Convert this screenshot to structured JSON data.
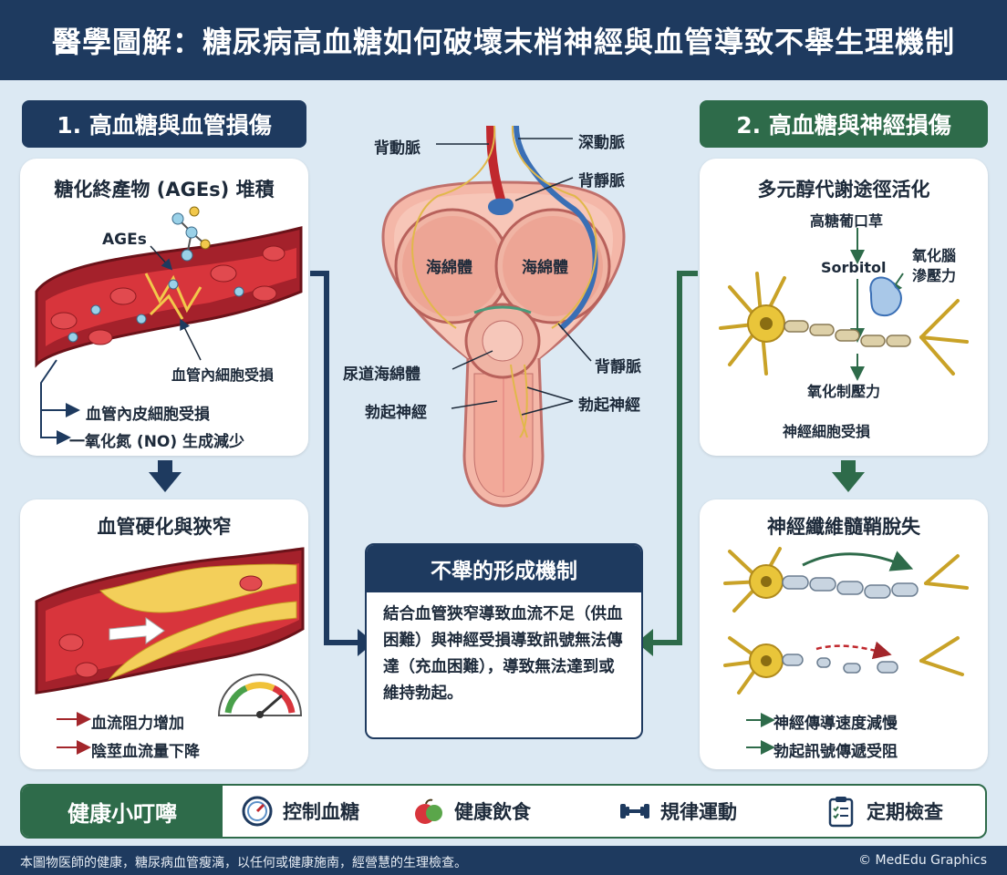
{
  "title": "醫學圖解：糖尿病高血糖如何破壞末梢神經與血管導致不舉生理機制",
  "left_section": {
    "header": "1. 高血糖與血管損傷",
    "card1": {
      "title": "糖化終產物 (AGEs) 堆積",
      "label_ages": "AGEs",
      "label_endothelium": "血管內細胞受損",
      "bullets": [
        "血管內皮細胞受損",
        "一氧化氮 (NO) 生成減少"
      ]
    },
    "card2": {
      "title": "血管硬化與狹窄",
      "bullets": [
        "血流阻力增加",
        "陰莖血流量下降"
      ]
    }
  },
  "center": {
    "labels": {
      "dorsal_artery": "背動脈",
      "deep_artery": "深動脈",
      "dorsal_vein_top": "背靜脈",
      "corpus_left": "海綿體",
      "corpus_right": "海綿體",
      "urethral": "尿道海綿體",
      "erectile_nerve_left": "勃起神經",
      "dorsal_vein_right": "背靜脈",
      "erectile_nerve_right": "勃起神經"
    },
    "mechanism": {
      "title": "不舉的形成機制",
      "body": "結合血管狹窄導致血流不足（供血困難）與神經受損導致訊號無法傳達（充血困難），導致無法達到或維持勃起。"
    }
  },
  "right_section": {
    "header": "2. 高血糖與神經損傷",
    "card1": {
      "title": "多元醇代謝途徑活化",
      "label_glucose": "高糖葡口草",
      "label_sorbitol": "Sorbitol",
      "label_osmotic": "氧化腦\n滲壓力",
      "label_oxidative": "氧化制壓力",
      "caption": "神經細胞受損"
    },
    "card2": {
      "title": "神經纖維髓鞘脫失",
      "bullets": [
        "神經傳導速度減慢",
        "勃起訊號傳遞受阻"
      ]
    }
  },
  "tips": {
    "label": "健康小叮嚀",
    "items": [
      {
        "label": "控制血糖",
        "icon": "gauge-icon"
      },
      {
        "label": "健康飲食",
        "icon": "apple-icon"
      },
      {
        "label": "規律運動",
        "icon": "dumbbell-icon"
      },
      {
        "label": "定期檢查",
        "icon": "clipboard-icon"
      }
    ]
  },
  "footer": {
    "disclaimer": "本圖物医師的健康，糖尿病血管瘦漓，以任何或健康施南，經營慧的生理檢查。",
    "credit": "© MedEdu Graphics"
  },
  "colors": {
    "navy": "#1e3a5f",
    "green": "#2e6b4a",
    "background": "#dce9f3",
    "blood_red": "#c0282d",
    "plaque_yellow": "#f3cf5a",
    "neuron_yellow": "#e9c53a",
    "vein_blue": "#3a6fb5"
  }
}
